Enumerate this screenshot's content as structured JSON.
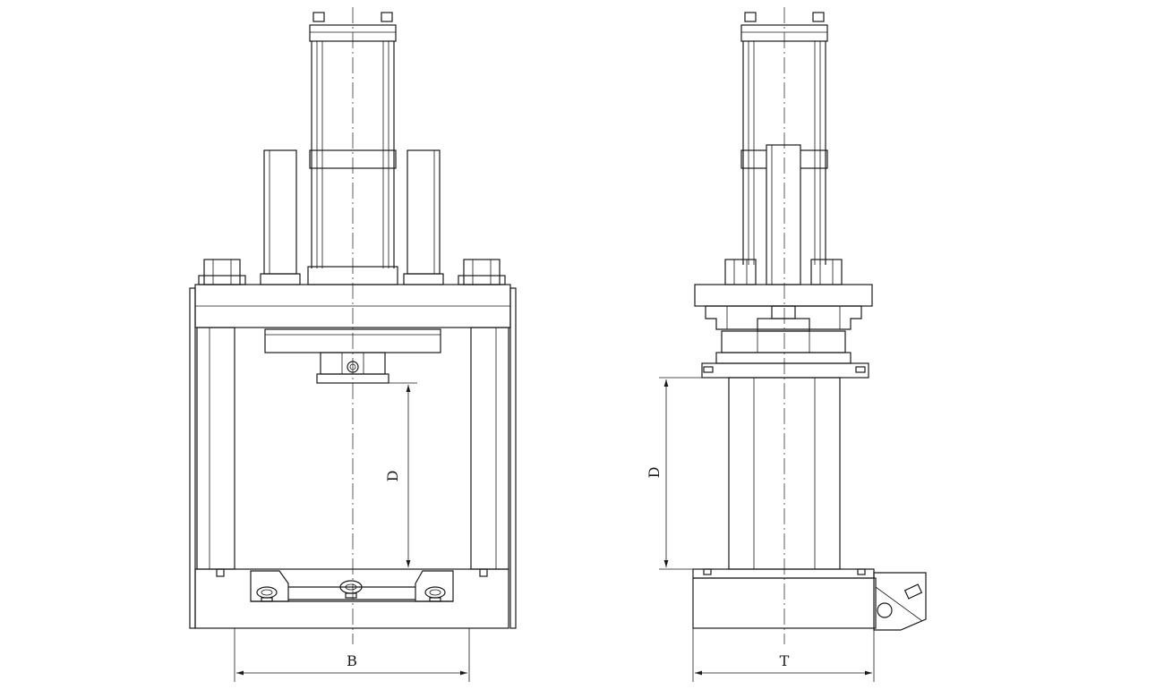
{
  "front_view": {
    "dim_height_label": "D",
    "dim_width_label": "B"
  },
  "side_view": {
    "dim_height_label": "D",
    "dim_width_label": "T"
  },
  "colors": {
    "line": "#1a1a1a",
    "background": "#ffffff"
  }
}
